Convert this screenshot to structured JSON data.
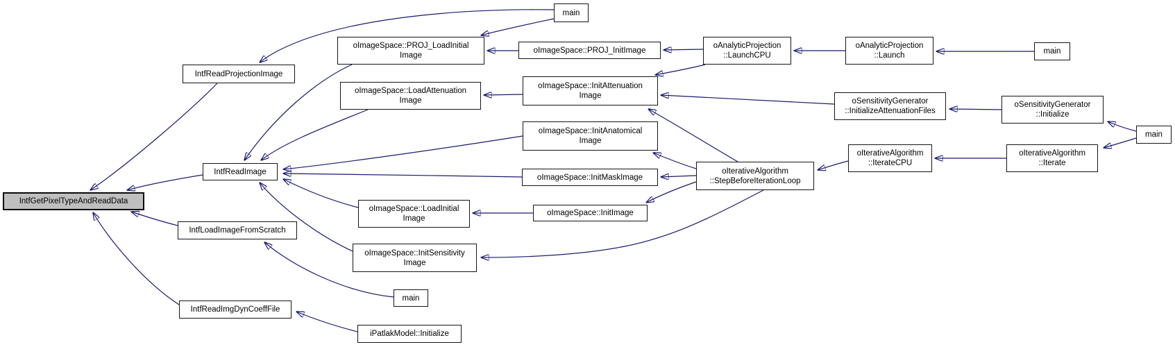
{
  "graph": {
    "title": "IntfGetPixelTypeAndReadData caller graph",
    "type": "call-graph",
    "colors": {
      "background": "#ffffff",
      "edge": "#191970",
      "node_border": "#141414",
      "node_fill": "#ffffff",
      "highlight_fill": "#bfbfbf",
      "text": "#000000"
    },
    "highlighted_node": "IntfGetPixelTypeAndReadData",
    "nodes": [
      {
        "id": "IntfGetPixelTypeAndReadData",
        "label": "IntfGetPixelTypeAndReadData",
        "highlighted": true,
        "lines": [
          "IntfGetPixelTypeAndReadData"
        ]
      },
      {
        "id": "IntfReadProjectionImage",
        "label": "IntfReadProjectionImage",
        "lines": [
          "IntfReadProjectionImage"
        ]
      },
      {
        "id": "main_top",
        "label": "main",
        "lines": [
          "main"
        ]
      },
      {
        "id": "oImageSpace::PROJ_LoadInitialImage",
        "label": "oImageSpace::PROJ_LoadInitialImage",
        "lines": [
          "oImageSpace::PROJ_LoadInitial",
          "Image"
        ]
      },
      {
        "id": "oImageSpace::PROJ_InitImage",
        "label": "oImageSpace::PROJ_InitImage",
        "lines": [
          "oImageSpace::PROJ_InitImage"
        ]
      },
      {
        "id": "oAnalyticProjection::LaunchCPU",
        "label": "oAnalyticProjection::LaunchCPU",
        "lines": [
          "oAnalyticProjection",
          "::LaunchCPU"
        ]
      },
      {
        "id": "oAnalyticProjection::Launch",
        "label": "oAnalyticProjection::Launch",
        "lines": [
          "oAnalyticProjection",
          "::Launch"
        ]
      },
      {
        "id": "main_launch",
        "label": "main",
        "lines": [
          "main"
        ]
      },
      {
        "id": "oImageSpace::LoadAttenuationImage",
        "label": "oImageSpace::LoadAttenuationImage",
        "lines": [
          "oImageSpace::LoadAttenuation",
          "Image"
        ]
      },
      {
        "id": "oImageSpace::InitAttenuationImage",
        "label": "oImageSpace::InitAttenuationImage",
        "lines": [
          "oImageSpace::InitAttenuation",
          "Image"
        ]
      },
      {
        "id": "oSensitivityGenerator::InitializeAttenuationFiles",
        "label": "oSensitivityGenerator::InitializeAttenuationFiles",
        "lines": [
          "oSensitivityGenerator",
          "::InitializeAttenuationFiles"
        ]
      },
      {
        "id": "oSensitivityGenerator::Initialize",
        "label": "oSensitivityGenerator::Initialize",
        "lines": [
          "oSensitivityGenerator",
          "::Initialize"
        ]
      },
      {
        "id": "main_right",
        "label": "main",
        "lines": [
          "main"
        ]
      },
      {
        "id": "oImageSpace::InitAnatomicalImage",
        "label": "oImageSpace::InitAnatomicalImage",
        "lines": [
          "oImageSpace::InitAnatomical",
          "Image"
        ]
      },
      {
        "id": "oIterativeAlgorithm::IterateCPU",
        "label": "oIterativeAlgorithm::IterateCPU",
        "lines": [
          "oIterativeAlgorithm",
          "::IterateCPU"
        ]
      },
      {
        "id": "oIterativeAlgorithm::Iterate",
        "label": "oIterativeAlgorithm::Iterate",
        "lines": [
          "oIterativeAlgorithm",
          "::Iterate"
        ]
      },
      {
        "id": "IntfReadImage",
        "label": "IntfReadImage",
        "lines": [
          "IntfReadImage"
        ]
      },
      {
        "id": "oImageSpace::InitMaskImage",
        "label": "oImageSpace::InitMaskImage",
        "lines": [
          "oImageSpace::InitMaskImage"
        ]
      },
      {
        "id": "oIterativeAlgorithm::StepBeforeIterationLoop",
        "label": "oIterativeAlgorithm::StepBeforeIterationLoop",
        "lines": [
          "oIterativeAlgorithm",
          "::StepBeforeIterationLoop"
        ]
      },
      {
        "id": "oImageSpace::LoadInitialImage",
        "label": "oImageSpace::LoadInitialImage",
        "lines": [
          "oImageSpace::LoadInitial",
          "Image"
        ]
      },
      {
        "id": "oImageSpace::InitImage",
        "label": "oImageSpace::InitImage",
        "lines": [
          "oImageSpace::InitImage"
        ]
      },
      {
        "id": "IntfLoadImageFromScratch",
        "label": "IntfLoadImageFromScratch",
        "lines": [
          "IntfLoadImageFromScratch"
        ]
      },
      {
        "id": "oImageSpace::InitSensitivityImage",
        "label": "oImageSpace::InitSensitivityImage",
        "lines": [
          "oImageSpace::InitSensitivity",
          "Image"
        ]
      },
      {
        "id": "main_bottom",
        "label": "main",
        "lines": [
          "main"
        ]
      },
      {
        "id": "IntfReadImgDynCoeffFile",
        "label": "IntfReadImgDynCoeffFile",
        "lines": [
          "IntfReadImgDynCoeffFile"
        ]
      },
      {
        "id": "iPatlakModel::Initialize",
        "label": "iPatlakModel::Initialize",
        "lines": [
          "iPatlakModel::Initialize"
        ]
      }
    ],
    "edges": [
      {
        "tail": "IntfReadProjectionImage",
        "head": "IntfGetPixelTypeAndReadData"
      },
      {
        "tail": "IntfReadImage",
        "head": "IntfGetPixelTypeAndReadData"
      },
      {
        "tail": "IntfLoadImageFromScratch",
        "head": "IntfGetPixelTypeAndReadData"
      },
      {
        "tail": "IntfReadImgDynCoeffFile",
        "head": "IntfGetPixelTypeAndReadData"
      },
      {
        "tail": "main_top",
        "head": "IntfReadProjectionImage"
      },
      {
        "tail": "main_top",
        "head": "oImageSpace::PROJ_LoadInitialImage"
      },
      {
        "tail": "oImageSpace::PROJ_InitImage",
        "head": "oImageSpace::PROJ_LoadInitialImage"
      },
      {
        "tail": "oAnalyticProjection::LaunchCPU",
        "head": "oImageSpace::PROJ_InitImage"
      },
      {
        "tail": "oAnalyticProjection::Launch",
        "head": "oAnalyticProjection::LaunchCPU"
      },
      {
        "tail": "main_launch",
        "head": "oAnalyticProjection::Launch"
      },
      {
        "tail": "oImageSpace::InitAttenuationImage",
        "head": "oImageSpace::LoadAttenuationImage"
      },
      {
        "tail": "oAnalyticProjection::LaunchCPU",
        "head": "oImageSpace::InitAttenuationImage"
      },
      {
        "tail": "oSensitivityGenerator::InitializeAttenuationFiles",
        "head": "oImageSpace::InitAttenuationImage"
      },
      {
        "tail": "oIterativeAlgorithm::StepBeforeIterationLoop",
        "head": "oImageSpace::InitAttenuationImage"
      },
      {
        "tail": "oSensitivityGenerator::Initialize",
        "head": "oSensitivityGenerator::InitializeAttenuationFiles"
      },
      {
        "tail": "main_right",
        "head": "oSensitivityGenerator::Initialize"
      },
      {
        "tail": "main_right",
        "head": "oIterativeAlgorithm::Iterate"
      },
      {
        "tail": "oIterativeAlgorithm::Iterate",
        "head": "oIterativeAlgorithm::IterateCPU"
      },
      {
        "tail": "oIterativeAlgorithm::IterateCPU",
        "head": "oIterativeAlgorithm::StepBeforeIterationLoop"
      },
      {
        "tail": "oIterativeAlgorithm::StepBeforeIterationLoop",
        "head": "oImageSpace::InitMaskImage"
      },
      {
        "tail": "oIterativeAlgorithm::StepBeforeIterationLoop",
        "head": "oImageSpace::InitAnatomicalImage"
      },
      {
        "tail": "oIterativeAlgorithm::StepBeforeIterationLoop",
        "head": "oImageSpace::InitImage"
      },
      {
        "tail": "oImageSpace::InitImage",
        "head": "oImageSpace::LoadInitialImage"
      },
      {
        "tail": "oIterativeAlgorithm::StepBeforeIterationLoop",
        "head": "oImageSpace::InitSensitivityImage"
      },
      {
        "tail": "oImageSpace::PROJ_LoadInitialImage",
        "head": "IntfReadImage"
      },
      {
        "tail": "oImageSpace::LoadAttenuationImage",
        "head": "IntfReadImage"
      },
      {
        "tail": "oImageSpace::InitAnatomicalImage",
        "head": "IntfReadImage"
      },
      {
        "tail": "oImageSpace::InitMaskImage",
        "head": "IntfReadImage"
      },
      {
        "tail": "oImageSpace::LoadInitialImage",
        "head": "IntfReadImage"
      },
      {
        "tail": "oImageSpace::InitSensitivityImage",
        "head": "IntfReadImage"
      },
      {
        "tail": "main_bottom",
        "head": "IntfLoadImageFromScratch"
      },
      {
        "tail": "iPatlakModel::Initialize",
        "head": "IntfReadImgDynCoeffFile"
      }
    ]
  }
}
